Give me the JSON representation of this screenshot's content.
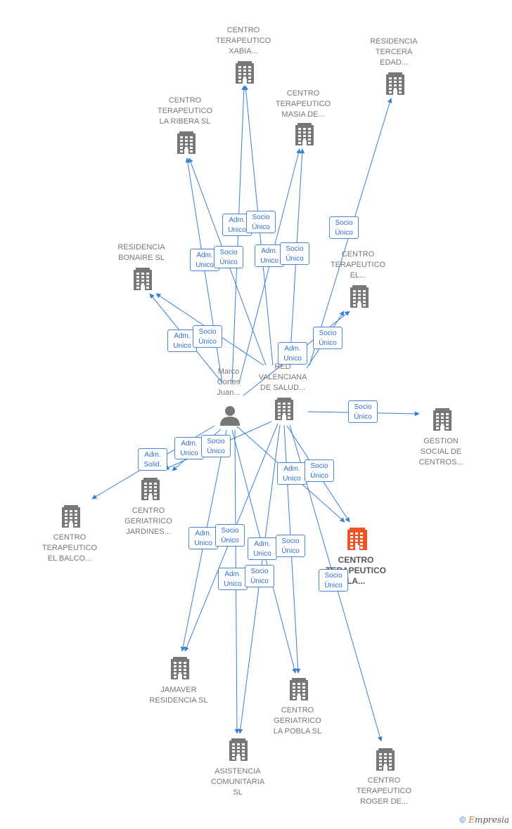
{
  "colors": {
    "edge": "#3a7fd5",
    "building": "#777777",
    "highlight": "#ee5522",
    "person": "#777777"
  },
  "nodes": [
    {
      "id": "xabia",
      "type": "company",
      "label": "CENTRO\nTERAPEUTICO\nXABIA..."
    },
    {
      "id": "tercera",
      "type": "company",
      "label": "RESIDENCIA\nTERCERA\nEDAD..."
    },
    {
      "id": "ribera",
      "type": "company",
      "label": "CENTRO\nTERAPEUTICO\nLA RIBERA  SL"
    },
    {
      "id": "masia",
      "type": "company",
      "label": "CENTRO\nTERAPEUTICO\nMASIA DE..."
    },
    {
      "id": "bonaire",
      "type": "company",
      "label": "RESIDENCIA\nBONAIRE SL"
    },
    {
      "id": "el",
      "type": "company",
      "label": "CENTRO\nTERAPEUTICO\nEL..."
    },
    {
      "id": "marco",
      "type": "person",
      "label": "Marco\nCortes\nJuan..."
    },
    {
      "id": "red",
      "type": "company",
      "label": "RED\nVALENCIANA\nDE SALUD..."
    },
    {
      "id": "gestion",
      "type": "company",
      "label": "GESTION\nSOCIAL DE\nCENTROS..."
    },
    {
      "id": "jardines",
      "type": "company",
      "label": "CENTRO\nGERIATRICO\nJARDINES..."
    },
    {
      "id": "balco",
      "type": "company",
      "label": "CENTRO\nTERAPEUTICO\nEL BALCO..."
    },
    {
      "id": "main",
      "type": "company",
      "highlight": true,
      "label": "CENTRO\nTERAPEUTICO\nLA..."
    },
    {
      "id": "jamaver",
      "type": "company",
      "label": "JAMAVER\nRESIDENCIA SL"
    },
    {
      "id": "pobla",
      "type": "company",
      "label": "CENTRO\nGERIATRICO\nLA POBLA SL"
    },
    {
      "id": "asistencia",
      "type": "company",
      "label": "ASISTENCIA\nCOMUNITARIA\nSL"
    },
    {
      "id": "roger",
      "type": "company",
      "label": "CENTRO\nTERAPEUTICO\nROGER DE..."
    }
  ],
  "edges": [
    {
      "from": "marco",
      "to": "xabia",
      "label": "Adm.\nUnico"
    },
    {
      "from": "red",
      "to": "xabia",
      "label": "Socio\nÚnico"
    },
    {
      "from": "marco",
      "to": "ribera",
      "label": "Adm.\nUnico"
    },
    {
      "from": "red",
      "to": "ribera",
      "label": "Socio\nÚnico"
    },
    {
      "from": "marco",
      "to": "masia",
      "label": "Adm.\nUnico"
    },
    {
      "from": "red",
      "to": "masia",
      "label": "Socio\nÚnico"
    },
    {
      "from": "red",
      "to": "tercera",
      "label": "Socio\nÚnico"
    },
    {
      "from": "marco",
      "to": "bonaire",
      "label": "Adm.\nUnico"
    },
    {
      "from": "red",
      "to": "bonaire",
      "label": "Socio\nÚnico"
    },
    {
      "from": "marco",
      "to": "el",
      "label": "Adm.\nUnico"
    },
    {
      "from": "red",
      "to": "el",
      "label": "Socio\nÚnico"
    },
    {
      "from": "red",
      "to": "gestion",
      "label": "Socio\nÚnico"
    },
    {
      "from": "marco",
      "to": "balco",
      "label": "Adm.\nSolid."
    },
    {
      "from": "marco",
      "to": "jardines",
      "label": "Adm.\nUnico"
    },
    {
      "from": "red",
      "to": "jardines",
      "label": "Socio\nÚnico"
    },
    {
      "from": "marco",
      "to": "main",
      "label": "Adm.\nUnico"
    },
    {
      "from": "red",
      "to": "main",
      "label": "Socio\nÚnico"
    },
    {
      "from": "marco",
      "to": "jamaver",
      "label": "Adm.\nUnico"
    },
    {
      "from": "red",
      "to": "jamaver",
      "label": "Socio\nÚnico"
    },
    {
      "from": "marco",
      "to": "pobla",
      "label": "Adm.\nUnico"
    },
    {
      "from": "red",
      "to": "pobla",
      "label": "Socio\nÚnico"
    },
    {
      "from": "marco",
      "to": "asistencia",
      "label": "Adm.\nUnico"
    },
    {
      "from": "red",
      "to": "asistencia",
      "label": "Socio\nÚnico"
    },
    {
      "from": "red",
      "to": "roger",
      "label": "Socio\nÚnico"
    }
  ],
  "footer": {
    "copyright": "©",
    "brand_initial": "E",
    "brand_rest": "mpresia"
  }
}
